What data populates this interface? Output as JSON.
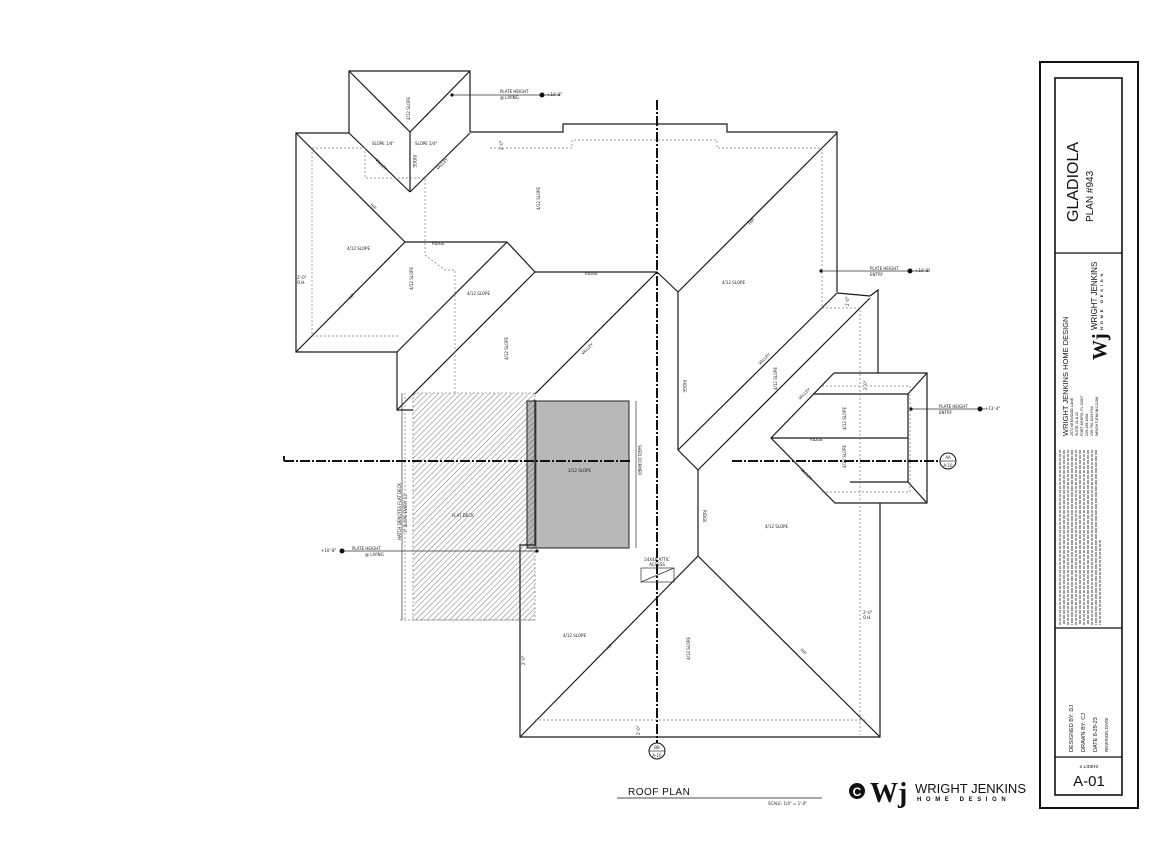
{
  "drawing": {
    "title": "ROOF PLAN",
    "scale": "SCALE: 1/4\" = 1'-0\"",
    "labels": {
      "slope": "4/12 SLOPE",
      "shed_slope": "3/12 SLOPE",
      "dormer_slope": "SLOPE 1/4\"",
      "ridge": "RIDGE",
      "valley": "VALLEY",
      "hip": "HIP",
      "overhang": "2'-0\"",
      "overhang_abbr": "O.H.",
      "flat_deck": "FLAT DECK",
      "shed_dormer": "SHED DORMER",
      "hatch_note_1": "HATCH DENOTES FLAT DECK",
      "hatch_note_2": "1\" SLOPE EVERY 12'",
      "attic_access_1": "24X48 ATTIC",
      "attic_access_2": "ACCESS",
      "plate_height": "PLATE HEIGHT",
      "at_living": "@ LIVING",
      "entry": "ENTRY",
      "height_10_8": "+10'-8\"",
      "height_13_4": "+13'-4\""
    },
    "sections": {
      "aa": "AA",
      "bb": "BB",
      "sheet_ref": "A-10"
    }
  },
  "logo": {
    "copyright": "C",
    "mark": "Wj",
    "name": "WRIGHT JENKINS",
    "tagline": "HOME DESIGN"
  },
  "title_block": {
    "plan_name": "GLADIOLA",
    "plan_number": "PLAN #943",
    "company": "WRIGHT JENKINS HOME DESIGN",
    "address_lines": [
      "2574 KENWOOD LANE",
      "SUITE 21 & 22",
      "FORT MYERS, FL 33907",
      "239-458-1068",
      "239-790-1849 FAX",
      "WRIGHTJENKINS.COM"
    ],
    "designed_by": "DESIGNED BY: DJ",
    "drawn_by": "DRAWN BY: CJ",
    "date": "DATE 8-29-23",
    "revision_date": "REVISION DATE",
    "sheet_label": "SHEET #",
    "sheet_number": "A-01"
  }
}
